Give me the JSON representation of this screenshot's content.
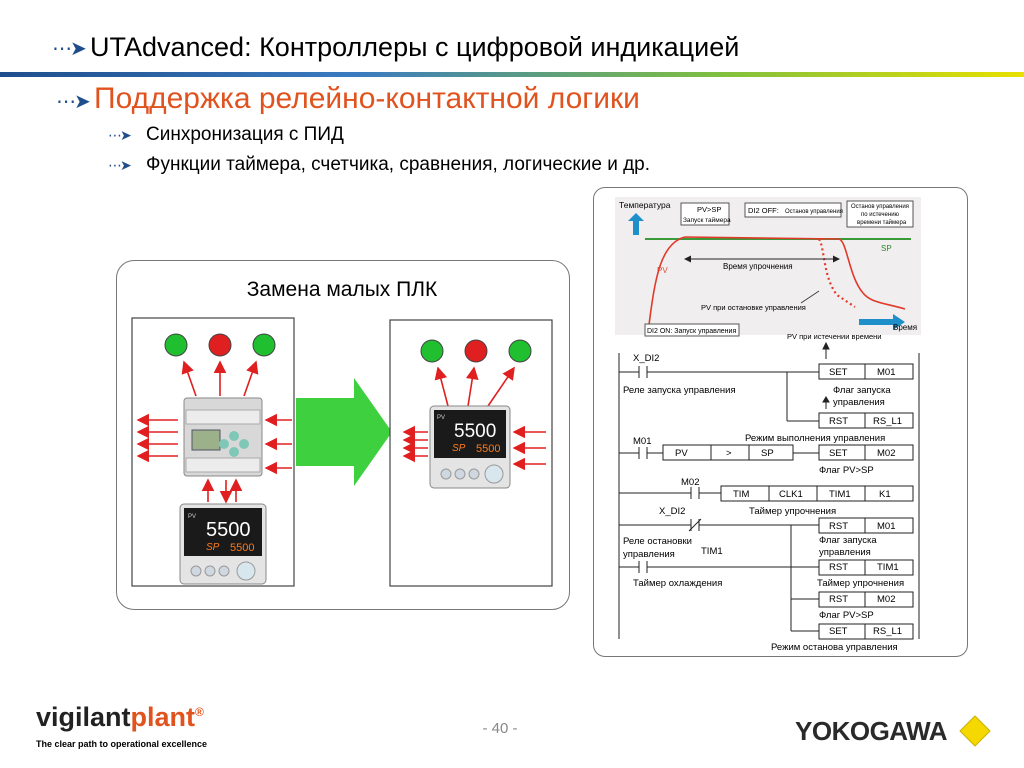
{
  "slide": {
    "title": "UTAdvanced: Контроллеры с цифровой индикацией",
    "subtitle": "Поддержка релейно-контактной логики",
    "points": [
      "Синхронизация с ПИД",
      "Функции таймера, счетчика, сравнения, логические и др."
    ],
    "bullet_glyph": "⋯➤"
  },
  "plc_panel": {
    "heading": "Замена малых ПЛК",
    "lamp_colors": [
      "#1fbf2f",
      "#e02020",
      "#1fbf2f"
    ],
    "display_main": "5500",
    "display_sp_label": "SP",
    "display_sp": "5500",
    "display_pv_label": "PV",
    "arrow_color": "#e02020",
    "transfer_arrow_color": "#3fd03f"
  },
  "trend": {
    "y_label": "Температура",
    "x_label": "Время",
    "sp_label": "SP",
    "pv_label": "PV",
    "callouts": {
      "pv_gt_sp": "PV>SP",
      "start_timer": "Запуск таймера",
      "di2_off": "DI2 OFF:",
      "di2_off_desc": "Останов управления",
      "stop_on_timeout": [
        "Останов управления",
        "по истечению",
        "времени таймера"
      ],
      "soak_time": "Время упрочнения",
      "pv_on_stop": "PV при остановке управления",
      "di2_on": "DI2 ON: Запуск управления",
      "pv_on_timeout": "PV при истечении времени"
    }
  },
  "ladder": {
    "x_di2": "X_DI2",
    "start_relay": "Реле запуска управления",
    "set": "SET",
    "rst": "RST",
    "m01": "M01",
    "m02": "M02",
    "rs_l1": "RS_L1",
    "flag_start": [
      "Флаг запуска",
      "управления"
    ],
    "mode_run": "Режим выполнения управления",
    "pv": "PV",
    "gt": ">",
    "sp": "SP",
    "flag_pv_sp": "Флаг PV>SP",
    "tim": "TIM",
    "clk1": "CLK1",
    "tim1": "TIM1",
    "k1": "K1",
    "soak_timer": "Таймер упрочнения",
    "stop_relay": [
      "Реле остановки",
      "управления"
    ],
    "cool_timer": "Таймер охлаждения",
    "mode_stop": "Режим останова управления"
  },
  "footer": {
    "logo_part1": "vigilant",
    "logo_part2": "plant",
    "logo_reg": "®",
    "tagline": "The clear path to operational excellence",
    "page": "- 40 -",
    "brand": "YOKOGAWA",
    "brand_color": "#f5d800"
  }
}
